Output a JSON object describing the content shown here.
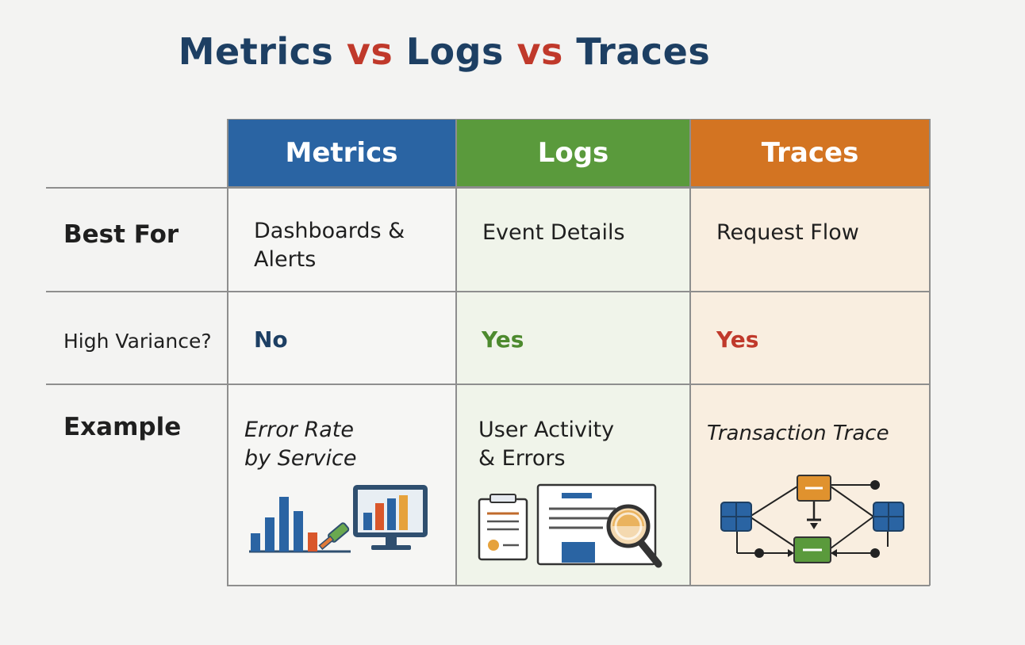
{
  "title": {
    "part1": "Metrics",
    "vs1": "vs",
    "part2": "Logs",
    "vs2": "vs",
    "part3": "Traces"
  },
  "columns": [
    {
      "key": "metrics",
      "label": "Metrics",
      "color": "#2a64a3"
    },
    {
      "key": "logs",
      "label": "Logs",
      "color": "#5a9a3c"
    },
    {
      "key": "traces",
      "label": "Traces",
      "color": "#d37422"
    }
  ],
  "rows": {
    "best_for": {
      "label": "Best For",
      "metrics_line1": "Dashboards &",
      "metrics_line2": "Alerts",
      "logs": "Event Details",
      "traces": "Request Flow"
    },
    "high_variance": {
      "label": "High Variance?",
      "metrics": "No",
      "logs": "Yes",
      "traces": "Yes",
      "colors": {
        "metrics": "#1d3f63",
        "logs": "#4d8a2e",
        "traces": "#c0392b"
      }
    },
    "example": {
      "label": "Example",
      "metrics_line1": "Error Rate",
      "metrics_line2": "by Service",
      "logs_line1": "User Activity",
      "logs_line2": "& Errors",
      "traces": "Transaction Trace"
    }
  },
  "icons": {
    "metrics": "bar-chart-monitor-icon",
    "logs": "log-documents-magnifier-icon",
    "traces": "trace-flow-diagram-icon"
  }
}
